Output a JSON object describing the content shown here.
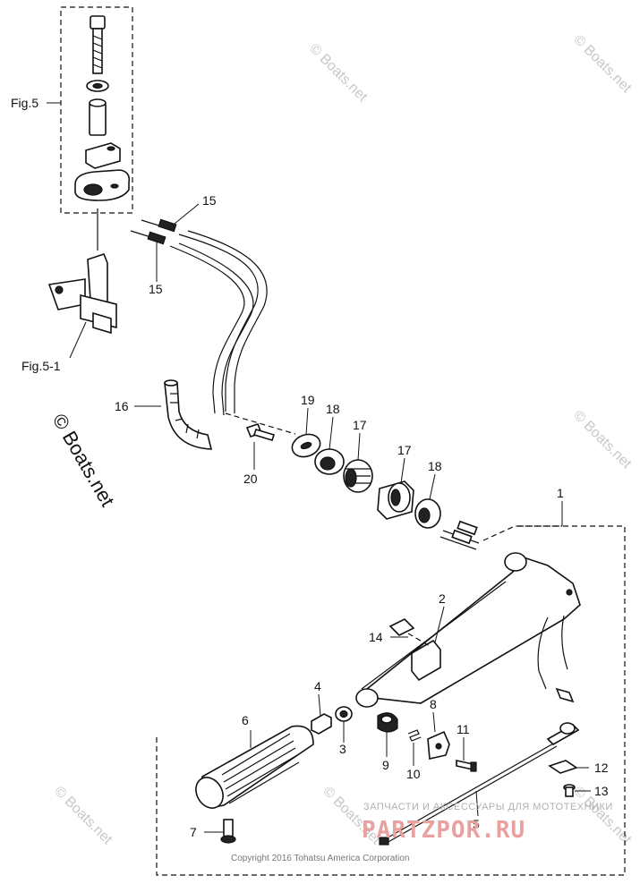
{
  "figure_labels": {
    "fig5": "Fig.5",
    "fig5_1": "Fig.5-1"
  },
  "callouts": [
    "1",
    "2",
    "3",
    "4",
    "5",
    "6",
    "7",
    "8",
    "9",
    "10",
    "11",
    "12",
    "13",
    "14",
    "15",
    "15",
    "16",
    "17",
    "17",
    "18",
    "18",
    "19",
    "20"
  ],
  "watermarks": {
    "site": "© Boats.net"
  },
  "copyright": "Copyright 2016 Tohatsu America Corporation",
  "overlay": {
    "shop_text": "ЗАПЧАСТИ И АКСЕССУАРЫ ДЛЯ МОТОТЕХНИКИ",
    "brand": "PARTZPOR.RU"
  }
}
